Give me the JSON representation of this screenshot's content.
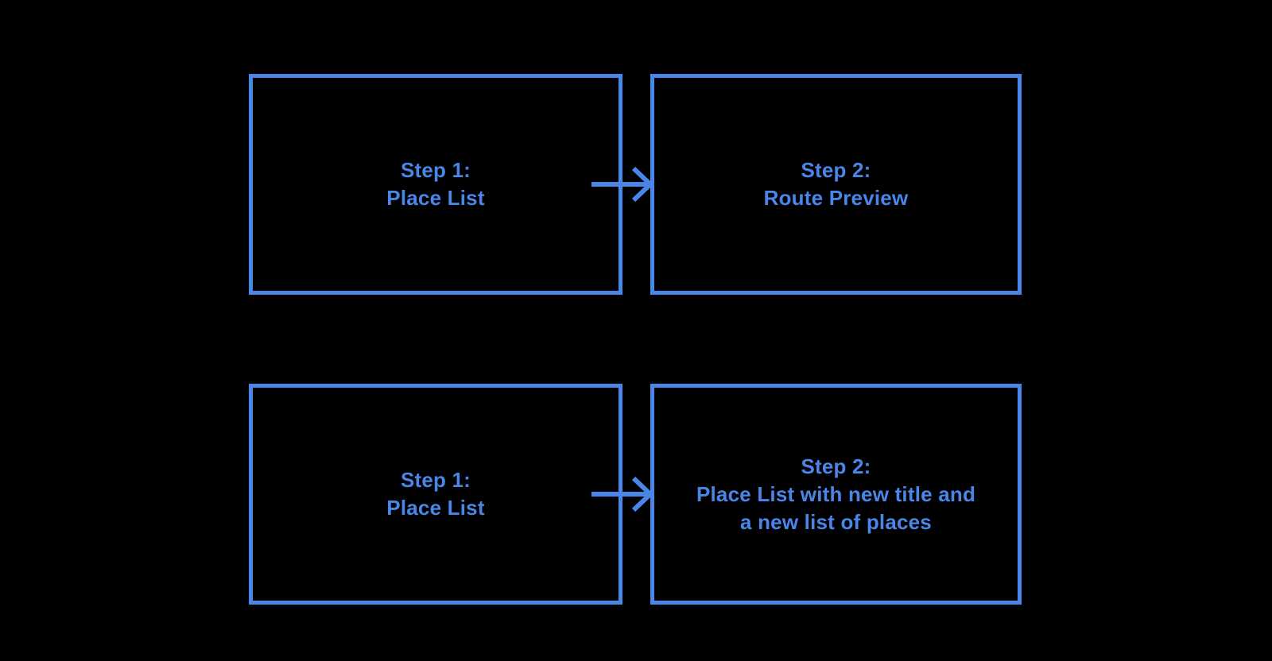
{
  "colors": {
    "background": "#000000",
    "shape_stroke": "#4a86e8",
    "text": "#4a86e8"
  },
  "flows": [
    {
      "source": {
        "line1": "Step 1:",
        "line2": "Place List"
      },
      "target": {
        "line1": "Step 2:",
        "line2": "Route Preview"
      }
    },
    {
      "source": {
        "line1": "Step 1:",
        "line2": "Place List"
      },
      "target": {
        "line1": "Step 2:",
        "line2": "Place List with new title and",
        "line3": "a new list of places"
      }
    }
  ]
}
